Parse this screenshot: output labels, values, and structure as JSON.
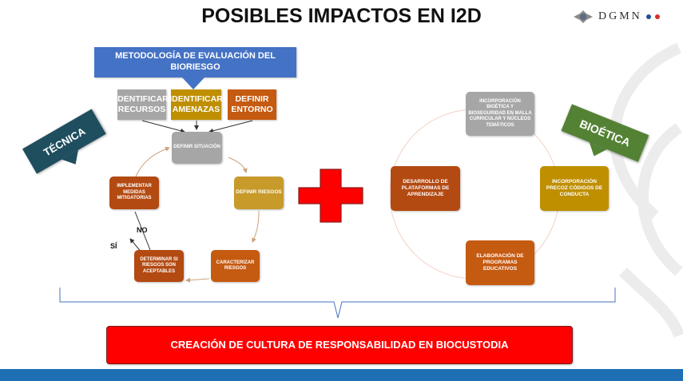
{
  "title": "POSIBLES IMPACTOS EN I2D",
  "logo": {
    "text": "DGMN",
    "dot_colors": [
      "#1f4e9b",
      "#d32f2f"
    ]
  },
  "methodology": "METODOLOGÍA DE EVALUACIÓN DEL BIORIESGO",
  "technical": {
    "banner": "TÉCNICA",
    "inputs": [
      "IDENTIFICAR RECURSOS",
      "IDENTIFICAR AMENAZAS",
      "DEFINIR ENTORNO"
    ],
    "define_situation": "DEFINIR SITUACIÓN",
    "define_risks": "DEFINIR RIESGOS",
    "characterize": "CARACTERIZAR RIESGOS",
    "determine": "DETERMINAR SI RIESGOS SON ACEPTABLES",
    "mitigate": "IMPLEMENTAR MEDIDAS MITIGATORIAS",
    "no_label": "NO",
    "yes_label": "SÍ"
  },
  "bioethics": {
    "banner": "BIOÉTICA",
    "top": "INCORPORACIÓN BIOÉTICA Y BIOSEGURIDAD EN MALLA CURRICULAR Y NÚCLEOS TEMÁTICOS",
    "right": "INCORPORACIÓN PRECOZ CÓDIGOS DE CONDUCTA",
    "bottom": "ELABORACIÓN DE PROGRAMAS EDUCATIVOS",
    "left": "DESARROLLO DE PLATAFORMAS DE APRENDIZAJE"
  },
  "result": "CREACIÓN DE CULTURA DE RESPONSABILIDAD EN BIOCUSTODIA",
  "colors": {
    "blue": "#4472c4",
    "gray": "#a6a6a6",
    "gold": "#bf8f00",
    "rust": "#c55a11",
    "mustard": "#c79a2a",
    "brick": "#b34a12",
    "teal": "#1f4e5f",
    "green": "#548235",
    "red": "#ff0000",
    "footer": "#1f6fb5"
  }
}
